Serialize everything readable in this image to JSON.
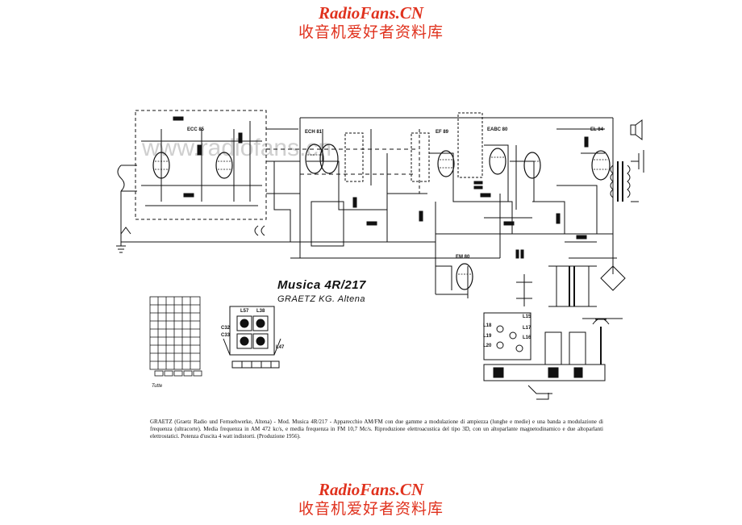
{
  "watermark_top": {
    "site": "RadioFans.CN",
    "cn": "收音机爱好者资料库"
  },
  "watermark_bottom": {
    "site": "RadioFans.CN",
    "cn": "收音机爱好者资料库"
  },
  "background_watermark": "www.radiofans.cn",
  "schematic": {
    "model_title": "Musica 4R/217",
    "manufacturer": "GRAETZ KG. Altena",
    "tubes": [
      "ECC 85",
      "ECH 81",
      "EF 89",
      "EABC 80",
      "EL 84",
      "EM 80"
    ],
    "grid_note": "Tutte",
    "layout_labels": [
      "L57",
      "L38",
      "C32",
      "C33",
      "L47",
      "L18",
      "L19",
      "L20",
      "L17",
      "L16",
      "L15"
    ]
  },
  "caption": "GRAETZ (Graetz Radio und Fernsehwerke, Altena) - Mod. Musica 4R/217 - Apparecchio AM/FM con due gamme a modulazione di ampiezza (lunghe e medie) e una banda a modulazione di frequenza (ultracorte). Media frequenza in AM 472 kc/s, e media frequenza in FM 10,7 Mc/s. Riproduzione elettroacustica del tipo 3D, con un altoparlante magnetodinamico e due altoparlanti elettrostatici. Potenza d'uscita 4 watt indistorti. (Produzione 1956).",
  "colors": {
    "brand": "#e0321e",
    "ink": "#111111",
    "watermark": "#cfcfcf"
  }
}
